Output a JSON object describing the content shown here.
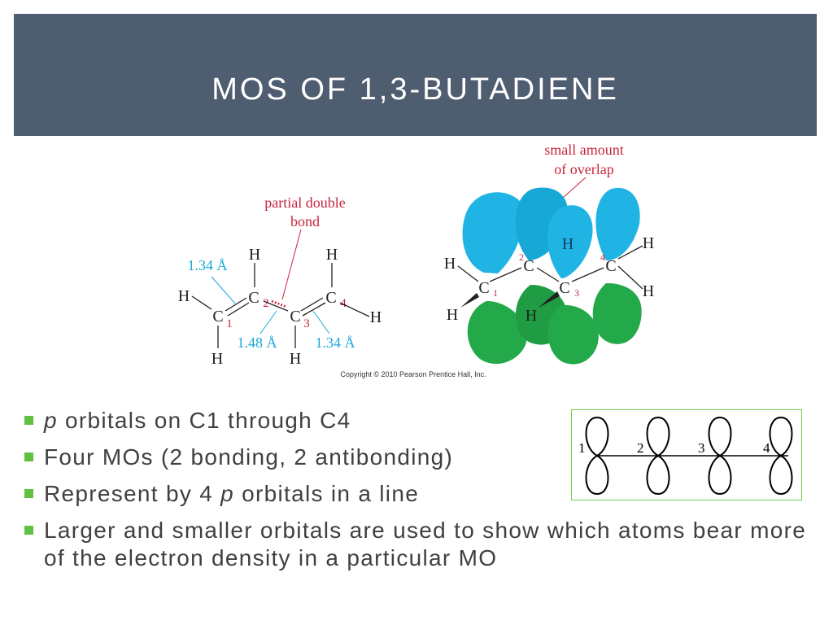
{
  "slide": {
    "title": "MOS OF 1,3-BUTADIENE"
  },
  "figure": {
    "left": {
      "partial_label_line1": "partial double",
      "partial_label_line2": "bond",
      "bond_134_left": "1.34 Å",
      "bond_148": "1.48 Å",
      "bond_134_right": "1.34 Å",
      "atoms": {
        "H": "H",
        "C": "C",
        "n1": "1",
        "n2": "2",
        "n3": "3",
        "n4": "4"
      }
    },
    "right": {
      "overlap_line1": "small amount",
      "overlap_line2": "of overlap"
    },
    "copyright": "Copyright © 2010 Pearson Prentice Hall, Inc.",
    "colors": {
      "label_red": "#c8243c",
      "bond_blue": "#1aa8d8",
      "lobe_cyan": "#1fb4e4",
      "lobe_green": "#23a84a"
    }
  },
  "bullets": {
    "b0_italic": "p",
    "b0_text": " orbitals on C1 through C4",
    "b1_text": "Four MOs (2 bonding, 2 antibonding)",
    "b2_text_a": "Represent by 4 ",
    "b2_italic": "p",
    "b2_text_b": " orbitals in a line",
    "b3_text": "Larger and smaller orbitals are used to show which atoms bear more of the electron density in a particular MO"
  },
  "orbital_diagram": {
    "labels": [
      "1",
      "2",
      "3",
      "4"
    ]
  }
}
